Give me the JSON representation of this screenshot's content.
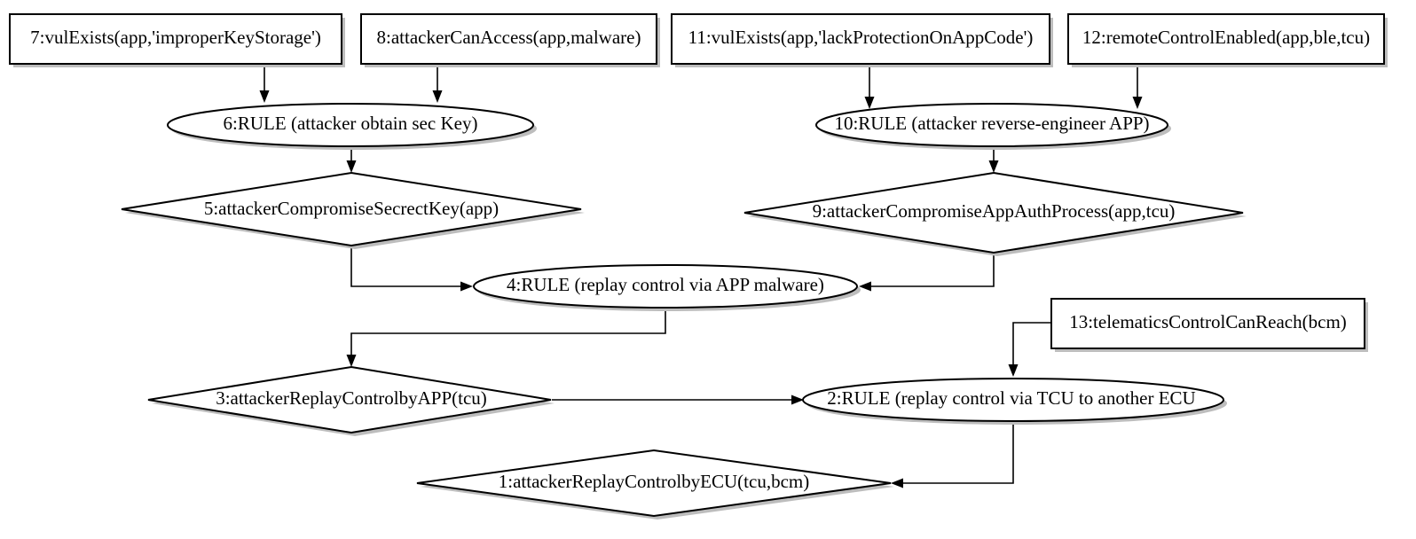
{
  "nodes": [
    {
      "id": "n7",
      "shape": "box",
      "label": "7:vulExists(app,'improperKeyStorage')"
    },
    {
      "id": "n8",
      "shape": "box",
      "label": "8:attackerCanAccess(app,malware)"
    },
    {
      "id": "n11",
      "shape": "box",
      "label": "11:vulExists(app,'lackProtectionOnAppCode')"
    },
    {
      "id": "n12",
      "shape": "box",
      "label": "12:remoteControlEnabled(app,ble,tcu)"
    },
    {
      "id": "n6",
      "shape": "ellipse",
      "label": "6:RULE (attacker obtain sec Key)"
    },
    {
      "id": "n10",
      "shape": "ellipse",
      "label": "10:RULE (attacker reverse-engineer APP)"
    },
    {
      "id": "n5",
      "shape": "diamond",
      "label": "5:attackerCompromiseSecrectKey(app)"
    },
    {
      "id": "n9",
      "shape": "diamond",
      "label": "9:attackerCompromiseAppAuthProcess(app,tcu)"
    },
    {
      "id": "n4",
      "shape": "ellipse",
      "label": "4:RULE (replay control via APP malware)"
    },
    {
      "id": "n13",
      "shape": "box",
      "label": "13:telematicsControlCanReach(bcm)"
    },
    {
      "id": "n3",
      "shape": "diamond",
      "label": "3:attackerReplayControlbyAPP(tcu)"
    },
    {
      "id": "n2",
      "shape": "ellipse",
      "label": "2:RULE (replay control via TCU to another ECU"
    },
    {
      "id": "n1",
      "shape": "diamond",
      "label": "1:attackerReplayControlbyECU(tcu,bcm)"
    }
  ],
  "edges": [
    {
      "from": "n7",
      "to": "n6"
    },
    {
      "from": "n8",
      "to": "n6"
    },
    {
      "from": "n11",
      "to": "n10"
    },
    {
      "from": "n12",
      "to": "n10"
    },
    {
      "from": "n6",
      "to": "n5"
    },
    {
      "from": "n10",
      "to": "n9"
    },
    {
      "from": "n5",
      "to": "n4"
    },
    {
      "from": "n9",
      "to": "n4"
    },
    {
      "from": "n4",
      "to": "n3"
    },
    {
      "from": "n3",
      "to": "n2"
    },
    {
      "from": "n13",
      "to": "n2"
    },
    {
      "from": "n2",
      "to": "n1"
    }
  ]
}
